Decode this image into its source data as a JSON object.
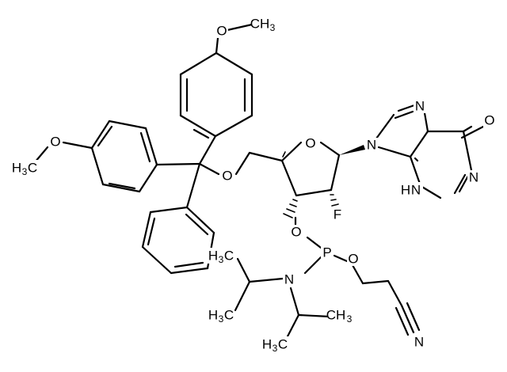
{
  "structure": {
    "labels": {
      "o_methoxy_top": "O",
      "ch3_top": "CH",
      "ch3_top_sub": "3",
      "o_methoxy_left": "O",
      "h3c_left": "H",
      "h3c_left_sub": "3",
      "h3c_left_c": "C",
      "o_trityl": "O",
      "o_ring": "O",
      "n9": "N",
      "n7": "N",
      "o_carbonyl": "O",
      "n3h": "N",
      "n3h_h": "H",
      "n1": "N",
      "fluorine": "F",
      "o_phosphite_left": "O",
      "phosphorus": "P",
      "o_phosphite_right": "O",
      "n_amine": "N",
      "iso1_h3c_top": "H",
      "iso1_h3c_top_sub": "3",
      "iso1_h3c_top_c": "C",
      "iso1_h3c_bottom": "H",
      "iso1_h3c_bottom_sub": "3",
      "iso1_h3c_bottom_c": "C",
      "iso2_ch3": "CH",
      "iso2_ch3_sub": "3",
      "iso2_h3c": "H",
      "iso2_h3c_sub": "3",
      "iso2_h3c_c": "C",
      "nitrile_n": "N"
    }
  }
}
